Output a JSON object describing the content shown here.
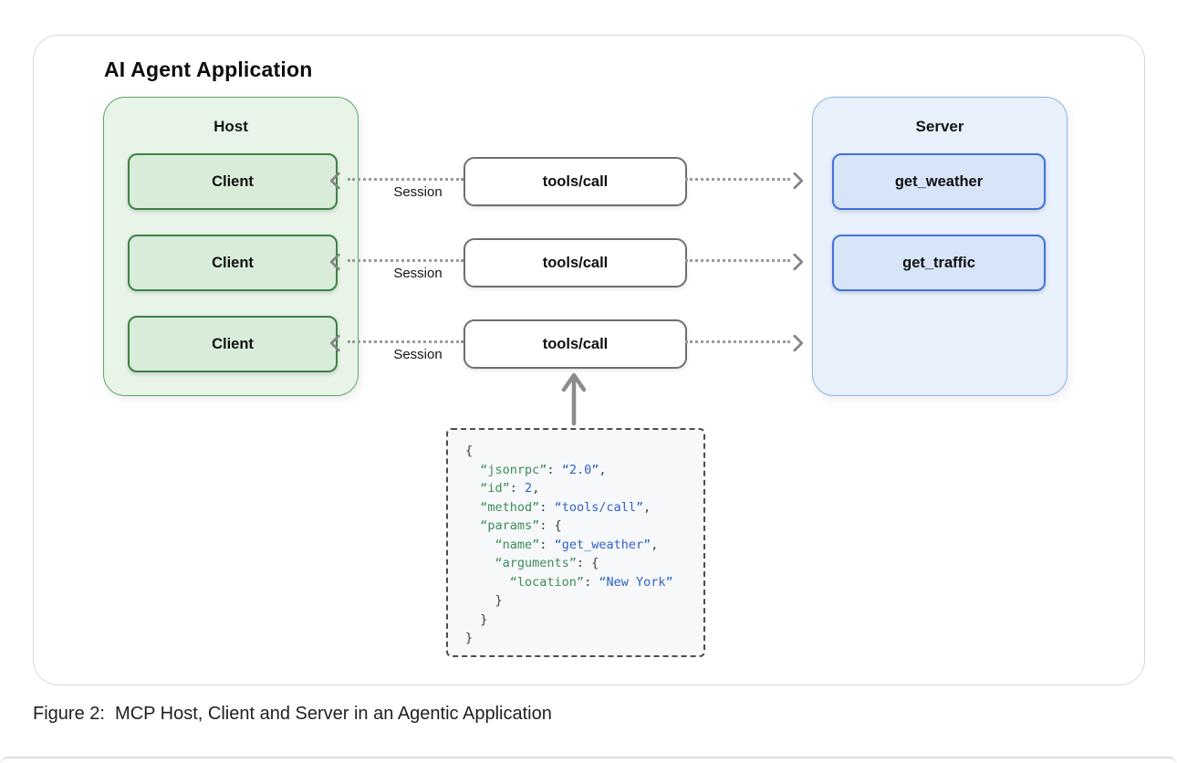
{
  "diagram": {
    "title": "AI Agent Application",
    "host": {
      "label": "Host",
      "clients": [
        "Client",
        "Client",
        "Client"
      ]
    },
    "server": {
      "label": "Server",
      "tools": [
        "get_weather",
        "get_traffic"
      ]
    },
    "messages": [
      "tools/call",
      "tools/call",
      "tools/call"
    ],
    "sessions": [
      "Session",
      "Session",
      "Session"
    ]
  },
  "code": {
    "lines": [
      [
        [
          "p",
          "{"
        ]
      ],
      [
        [
          "p",
          "  "
        ],
        [
          "k",
          "“jsonrpc”"
        ],
        [
          "p",
          ": "
        ],
        [
          "v",
          "“2.0”"
        ],
        [
          "p",
          ","
        ]
      ],
      [
        [
          "p",
          "  "
        ],
        [
          "k",
          "“id”"
        ],
        [
          "p",
          ": "
        ],
        [
          "v",
          "2"
        ],
        [
          "p",
          ","
        ]
      ],
      [
        [
          "p",
          "  "
        ],
        [
          "k",
          "“method”"
        ],
        [
          "p",
          ": "
        ],
        [
          "v",
          "“tools/call”"
        ],
        [
          "p",
          ","
        ]
      ],
      [
        [
          "p",
          "  "
        ],
        [
          "k",
          "“params”"
        ],
        [
          "p",
          ": {"
        ]
      ],
      [
        [
          "p",
          "    "
        ],
        [
          "k",
          "“name”"
        ],
        [
          "p",
          ": "
        ],
        [
          "v",
          "“get_weather”"
        ],
        [
          "p",
          ","
        ]
      ],
      [
        [
          "p",
          "    "
        ],
        [
          "k",
          "“arguments”"
        ],
        [
          "p",
          ": {"
        ]
      ],
      [
        [
          "p",
          "      "
        ],
        [
          "k",
          "“location”"
        ],
        [
          "p",
          ": "
        ],
        [
          "v",
          "“New York”"
        ]
      ],
      [
        [
          "p",
          "    }"
        ]
      ],
      [
        [
          "p",
          "  }"
        ]
      ],
      [
        [
          "p",
          "}"
        ]
      ]
    ]
  },
  "caption": "Figure 2:  MCP Host, Client and Server in an Agentic Application",
  "icons": {
    "arrow_left": "chevron-left",
    "arrow_right": "chevron-right",
    "arrow_up": "arrow-up"
  },
  "colors": {
    "card_border": "#d7d7d7",
    "host_bg": "#e9f4e9",
    "host_border": "#5ea963",
    "client_bg": "#d9ecd9",
    "client_border": "#3d8246",
    "server_bg": "#e8f1fc",
    "server_border": "#8fb3e8",
    "tool_bg": "#d8e4f8",
    "tool_border": "#4272d7",
    "message_border": "#6e6e6e",
    "connector": "#9a9a9a",
    "connector_strong": "#858585",
    "json_bg": "#f6f8fa",
    "json_border": "#4d4d4d",
    "code_key": "#3d8b57",
    "code_value": "#3061c4",
    "code_punct": "#3a3f44"
  }
}
